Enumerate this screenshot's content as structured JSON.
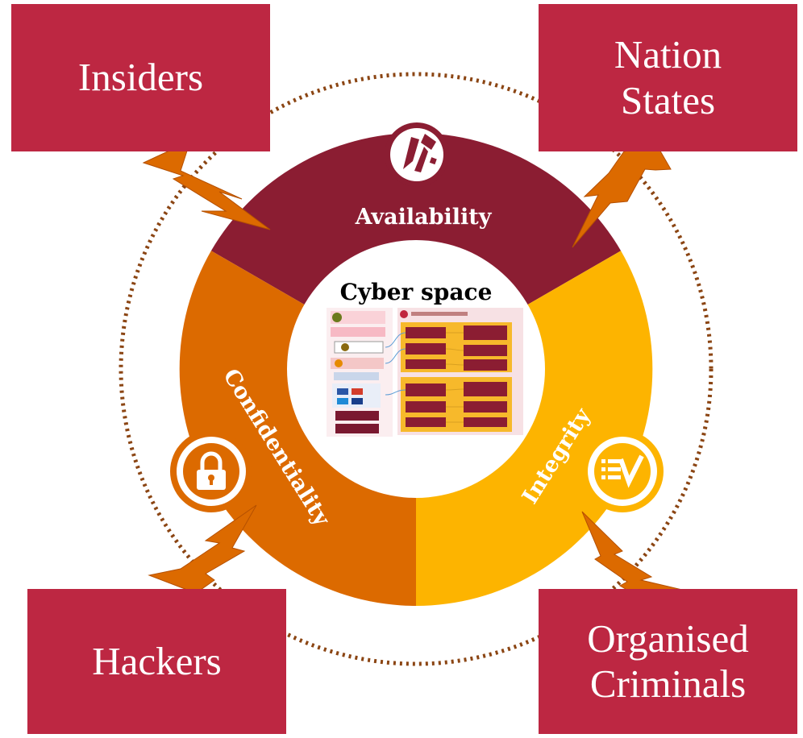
{
  "center": {
    "title": "Cyber space"
  },
  "segments": [
    {
      "id": "availability",
      "label": "Availability",
      "color": "#8b1d32",
      "icon": "broken-device-icon"
    },
    {
      "id": "integrity",
      "label": "Integrity",
      "color": "#fdb400",
      "icon": "checklist-icon"
    },
    {
      "id": "confidentiality",
      "label": "Confidentiality",
      "color": "#dc6a00",
      "icon": "padlock-icon"
    }
  ],
  "threats": [
    {
      "id": "insiders",
      "label": "Insiders"
    },
    {
      "id": "nation-states",
      "label": "Nation\nStates"
    },
    {
      "id": "hackers",
      "label": "Hackers"
    },
    {
      "id": "organised-criminals",
      "label": "Organised\nCriminals"
    }
  ],
  "colors": {
    "threat_box": "#bd2742",
    "ring_dotted": "#8b4513",
    "lightning": "#dc6a00",
    "center_fill": "#ffffff"
  }
}
